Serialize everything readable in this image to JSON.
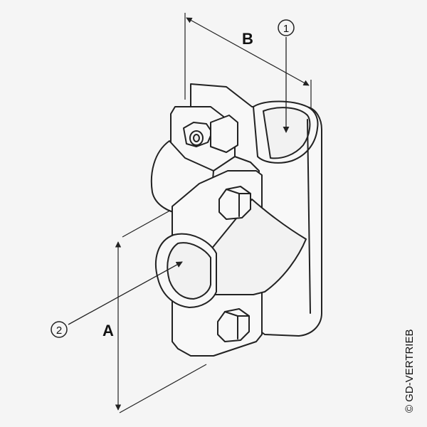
{
  "dimensions": {
    "a": "A",
    "b": "B"
  },
  "callouts": {
    "one": "1",
    "two": "2"
  },
  "copyright": "© GD-VERTRIEB",
  "colors": {
    "line": "#222222",
    "background": "#f5f5f5",
    "part_fill": "#f8f8f8"
  }
}
